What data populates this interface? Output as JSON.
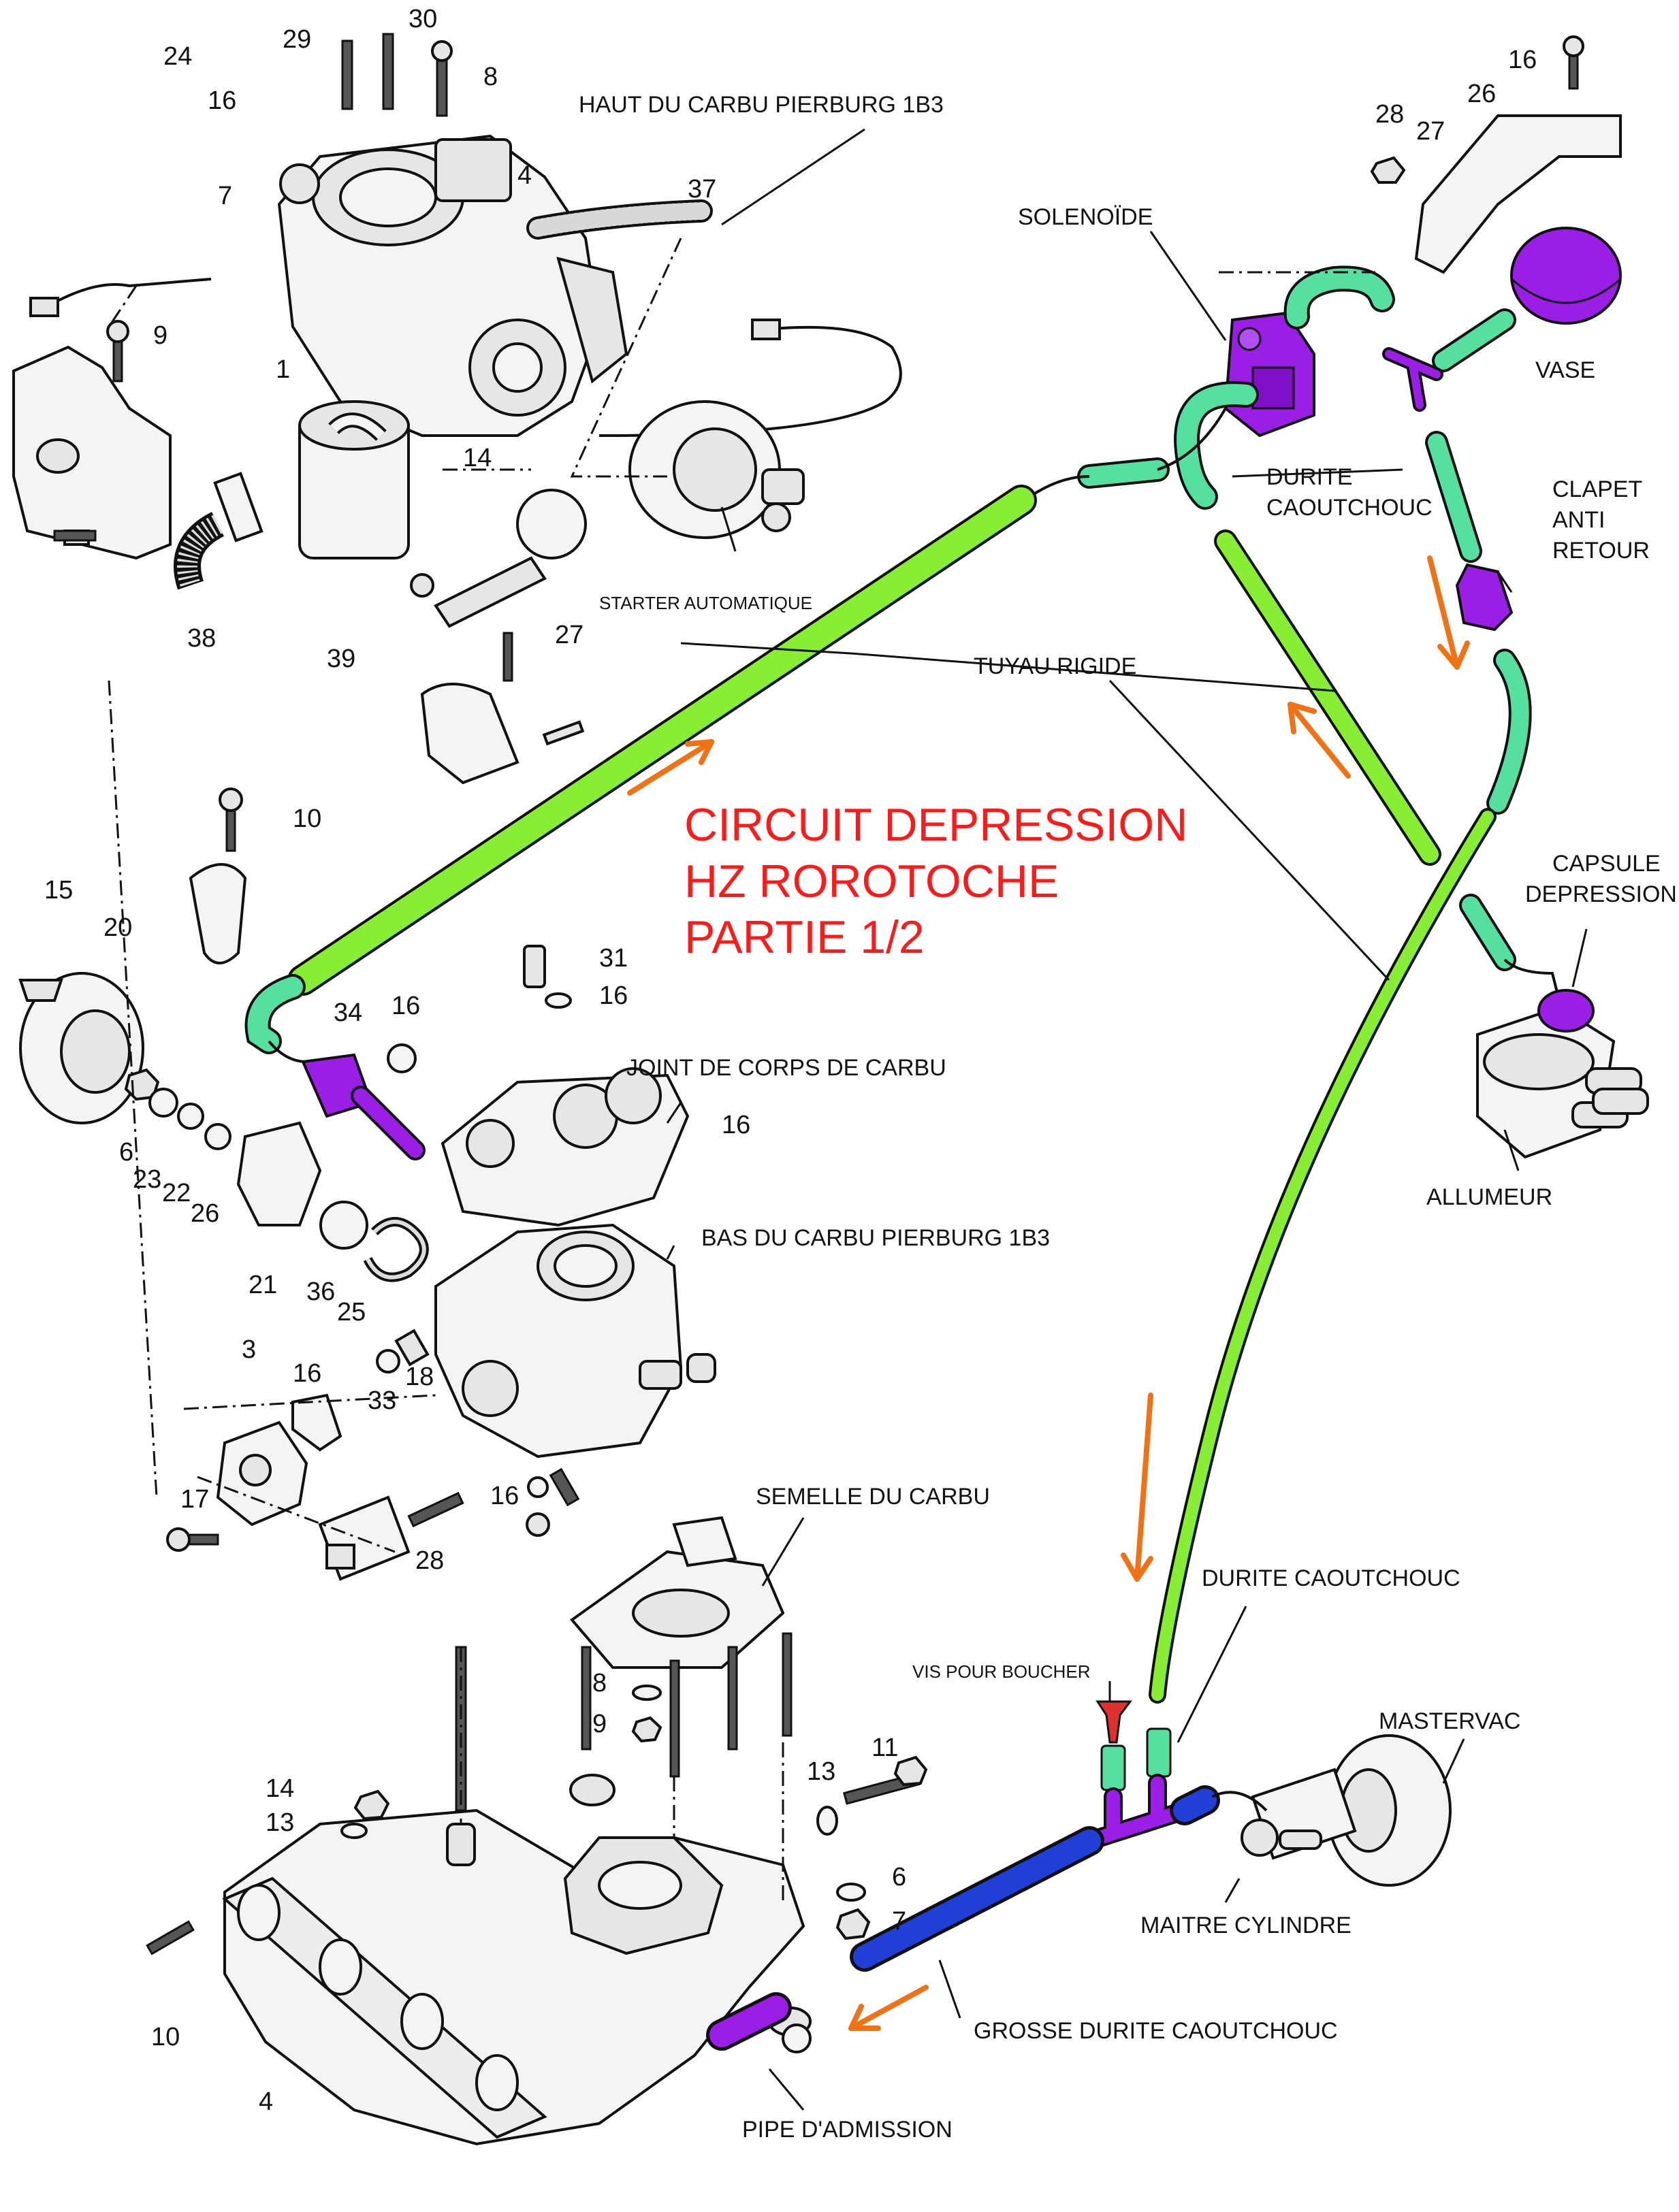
{
  "title_lines": [
    "CIRCUIT DEPRESSION",
    "HZ ROROTOCHE",
    "PARTIE 1/2"
  ],
  "labels": {
    "haut_carbu": "HAUT DU CARBU PIERBURG 1B3",
    "starter": "STARTER AUTOMATIQUE",
    "solenoide": "SOLENOÏDE",
    "vase": "VASE",
    "durite_caoutchouc_top": "DURITE\nCAOUTCHOUC",
    "clapet": "CLAPET\nANTI\nRETOUR",
    "tuyau_rigide": "TUYAU RIGIDE",
    "capsule": "CAPSULE\nDEPRESSION",
    "allumeur": "ALLUMEUR",
    "joint": "JOINT DE CORPS DE CARBU",
    "bas_carbu": "BAS DU CARBU PIERBURG 1B3",
    "semelle": "SEMELLE DU CARBU",
    "durite_caoutchouc_bottom": "DURITE CAOUTCHOUC",
    "vis": "VIS POUR BOUCHER",
    "mastervac": "MASTERVAC",
    "maitre_cylindre": "MAITRE CYLINDRE",
    "grosse_durite": "GROSSE DURITE CAOUTCHOUC",
    "pipe": "PIPE D'ADMISSION"
  },
  "part_numbers": {
    "n29": "29",
    "n30": "30",
    "n8a": "8",
    "n24": "24",
    "n16a": "16",
    "n4a": "4",
    "n7a": "7",
    "n37": "37",
    "n9a": "9",
    "n1": "1",
    "n38": "38",
    "n39": "39",
    "n14a": "14",
    "n27a": "27",
    "n16top": "16",
    "n28top": "28",
    "n27top": "27",
    "n26top": "26",
    "n10a": "10",
    "n15": "15",
    "n20": "20",
    "n34": "34",
    "n16b": "16",
    "n31": "31",
    "n16c": "16",
    "n16d": "16",
    "n6a": "6",
    "n23": "23",
    "n22": "22",
    "n26": "26",
    "n21": "21",
    "n36": "36",
    "n25": "25",
    "n3": "3",
    "n16e": "16",
    "n33": "33",
    "n18": "18",
    "n17": "17",
    "n28": "28",
    "n16f": "16",
    "n8b": "8",
    "n9b": "9",
    "n14b": "14",
    "n13a": "13",
    "n13b": "13",
    "n11": "11",
    "n6b": "6",
    "n7b": "7",
    "n10b": "10",
    "n4b": "4"
  },
  "colors": {
    "rigid_pipe": "#88ee33",
    "rubber_hose": "#55e0a0",
    "component_highlight": "#9a1ee6",
    "intake_hose": "#1f3fd6",
    "flow_arrow": "#f07214",
    "title_text": "#ff1a1a",
    "plug_screw": "#e03030"
  },
  "icons": [
    "flow-arrow",
    "carburetor",
    "vacuum-capsule",
    "distributor",
    "brake-booster",
    "intake-manifold"
  ]
}
